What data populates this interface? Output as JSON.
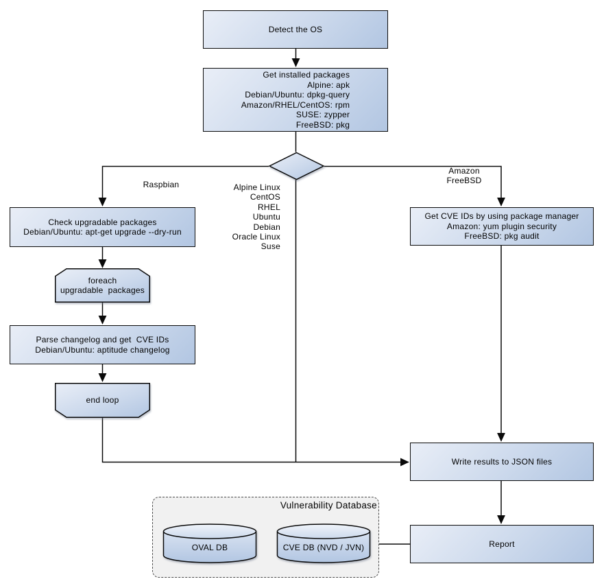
{
  "diagram": {
    "nodes": {
      "detect_os": {
        "label": "Detect the OS"
      },
      "get_installed_packages": {
        "label": "Get installed packages\nAlpine: apk\nDebian/Ubuntu: dpkg-query\nAmazon/RHEL/CentOS: rpm\nSUSE: zypper\nFreeBSD: pkg"
      },
      "check_upgradable": {
        "label": "Check upgradable packages\nDebian/Ubuntu: apt-get upgrade --dry-run"
      },
      "foreach_loop": {
        "label": "foreach\nupgradable  packages"
      },
      "parse_changelog": {
        "label": "Parse changelog and get  CVE IDs\nDebian/Ubuntu: aptitude changelog"
      },
      "end_loop": {
        "label": "end loop"
      },
      "get_cve_ids": {
        "label": "Get CVE IDs by using package manager\nAmazon: yum plugin security\nFreeBSD: pkg audit"
      },
      "write_results": {
        "label": "Write results to JSON files"
      },
      "report": {
        "label": "Report"
      }
    },
    "branch_labels": {
      "raspbian": "Raspbian",
      "os_list": "Alpine Linux\nCentOS\nRHEL\nUbuntu\nDebian\nOracle Linux\nSuse",
      "amazon_freebsd": "Amazon\nFreeBSD"
    },
    "vulnerability_database": {
      "title": "Vulnerability Database",
      "databases": {
        "oval": "OVAL DB",
        "cve": "CVE DB (NVD / JVN)"
      }
    },
    "colors": {
      "shape_fill_light": "#e9eef7",
      "shape_fill_dark": "#b2c6e2",
      "border": "#0a0a0a",
      "container_fill": "#f1f1f1",
      "background": "#ffffff"
    }
  }
}
